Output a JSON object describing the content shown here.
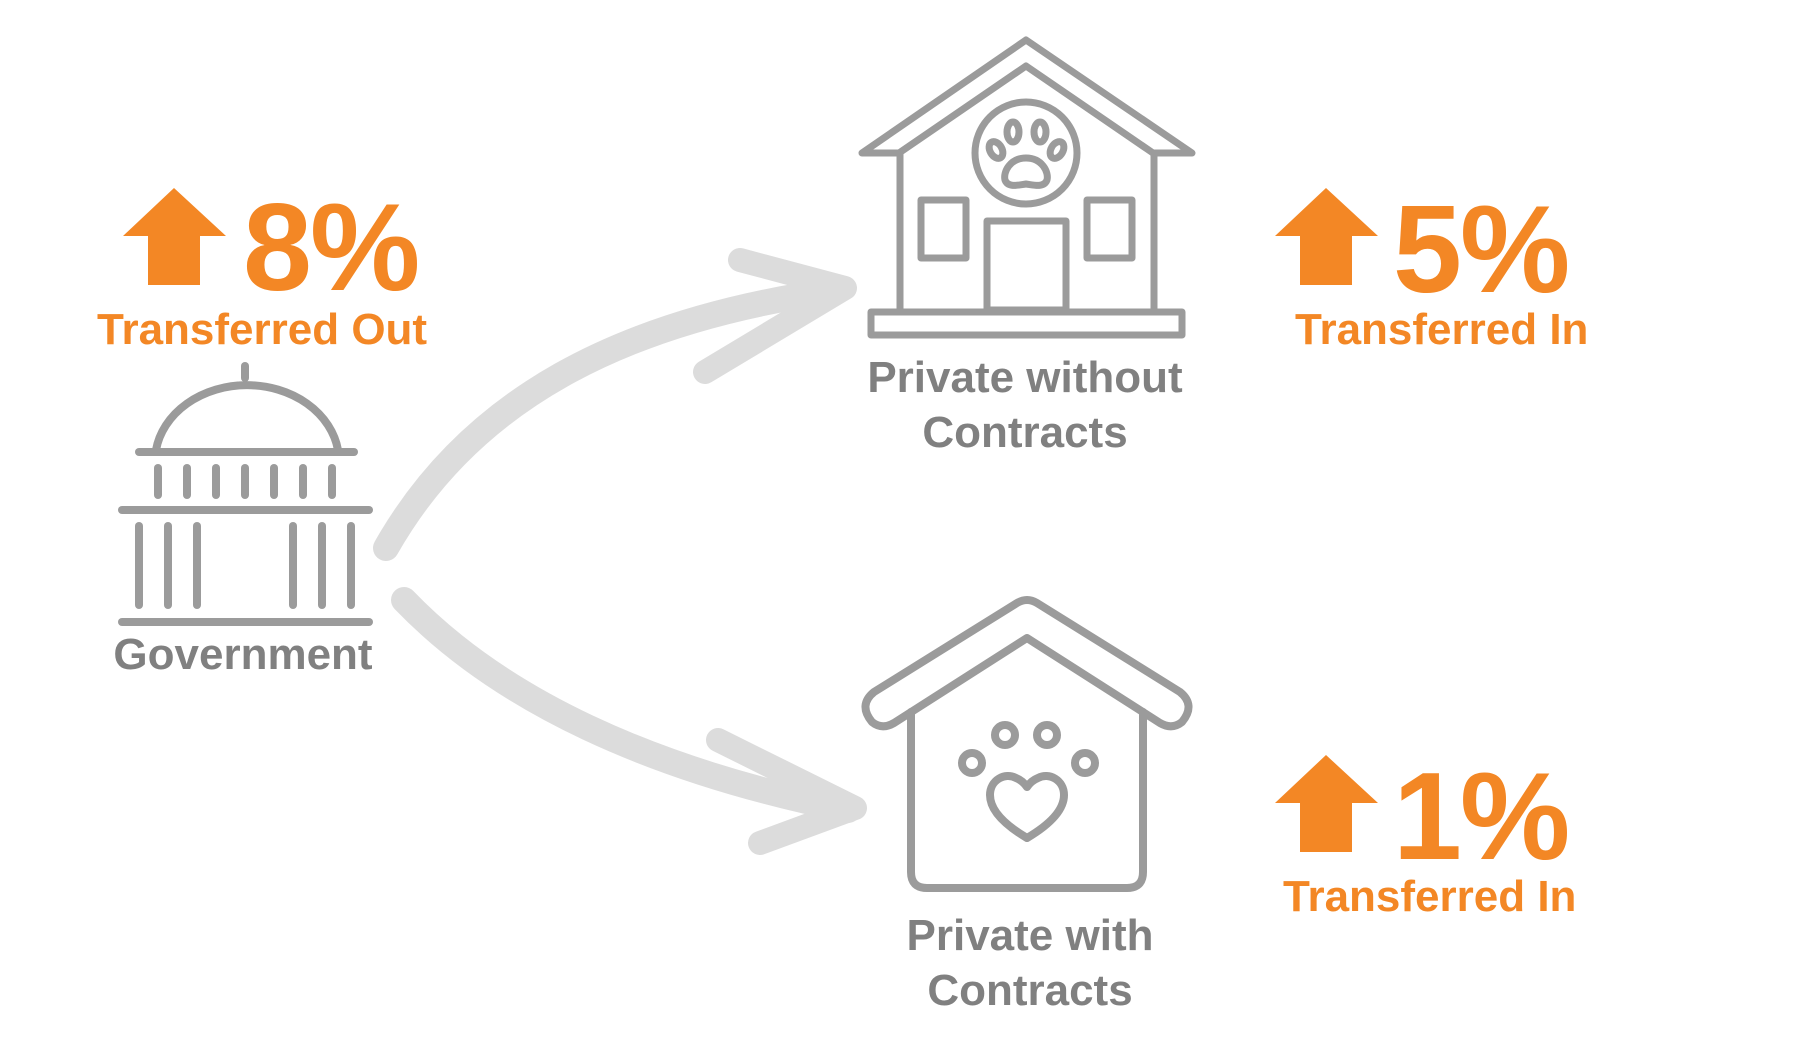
{
  "colors": {
    "accent": "#F38725",
    "icon_gray": "#9B9B9B",
    "text_gray": "#808080",
    "flow_arrow": "#DCDCDC"
  },
  "nodes": {
    "government": {
      "icon": "capitol-building-icon",
      "label": "Government",
      "stat": {
        "direction_icon": "arrow-up-icon",
        "value": "8%",
        "label": "Transferred Out"
      }
    },
    "private_without_contracts": {
      "icon": "pet-shelter-house-paw-icon",
      "label_line1": "Private without",
      "label_line2": "Contracts",
      "stat": {
        "direction_icon": "arrow-up-icon",
        "value": "5%",
        "label": "Transferred In"
      }
    },
    "private_with_contracts": {
      "icon": "pet-house-heart-paw-icon",
      "label_line1": "Private with",
      "label_line2": "Contracts",
      "stat": {
        "direction_icon": "arrow-up-icon",
        "value": "1%",
        "label": "Transferred In"
      }
    }
  },
  "flows": [
    {
      "from": "Government",
      "to": "Private without Contracts",
      "icon": "curved-arrow-icon"
    },
    {
      "from": "Government",
      "to": "Private with Contracts",
      "icon": "curved-arrow-icon"
    }
  ]
}
